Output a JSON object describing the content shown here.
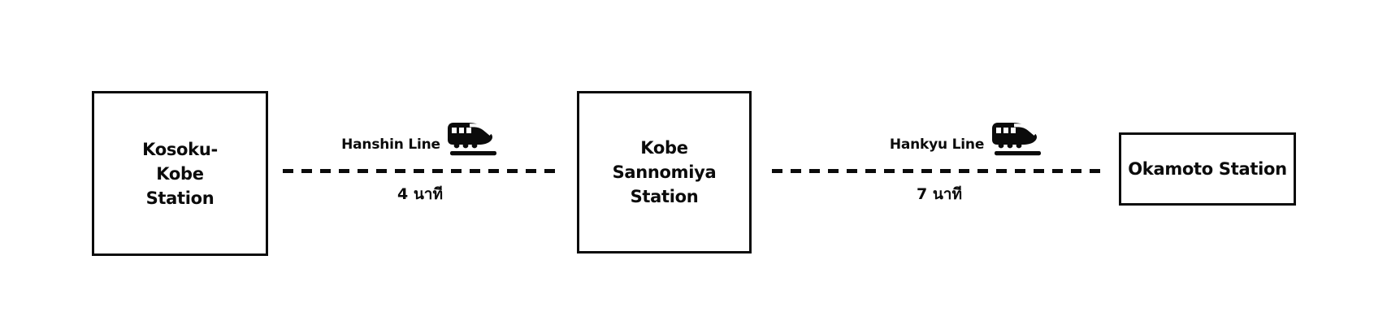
{
  "page": {
    "background_color": "#ffffff",
    "ink_color": "#0b0b0b"
  },
  "diagram": {
    "stations": [
      {
        "id": "kosoku-kobe-station",
        "lines": [
          "Kosoku-",
          "Kobe",
          "Station"
        ]
      },
      {
        "id": "kobe-sannomiya-station",
        "lines": [
          "Kobe",
          "Sannomiya",
          "Station"
        ]
      },
      {
        "id": "okamoto-station",
        "lines": [
          "Okamoto Station"
        ]
      }
    ],
    "connections": [
      {
        "id": "hanshin",
        "line_name": "Hanshin Line",
        "duration": "4 นาที",
        "icon": "train-icon"
      },
      {
        "id": "hankyu",
        "line_name": "Hankyu Line",
        "duration": "7 นาที",
        "icon": "train-icon"
      }
    ]
  }
}
